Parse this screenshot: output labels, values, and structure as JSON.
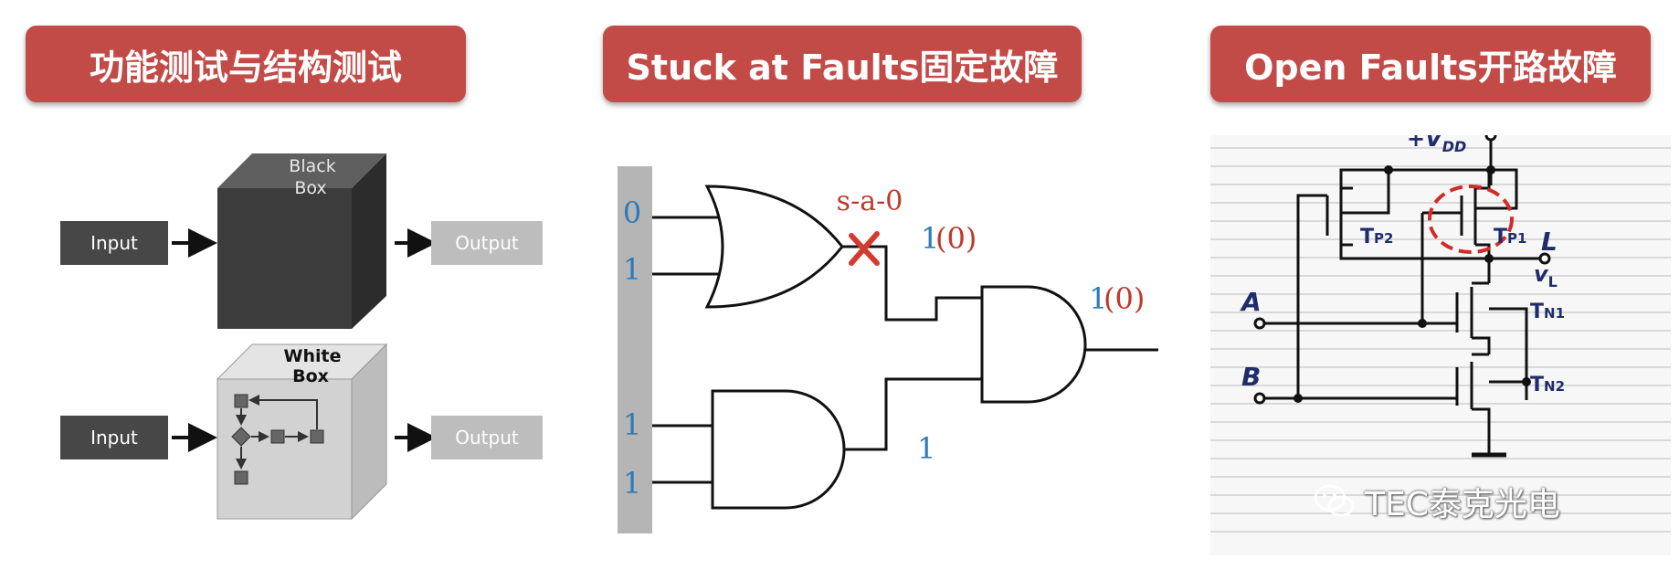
{
  "titles": {
    "panel1": "功能测试与结构测试",
    "panel2": "Stuck at Faults固定故障",
    "panel3": "Open Faults开路故障"
  },
  "panel1": {
    "black_box": {
      "label_line1": "Black",
      "label_line2": "Box",
      "input": "Input",
      "output": "Output"
    },
    "white_box": {
      "label_line1": "White",
      "label_line2": "Box",
      "input": "Input",
      "output": "Output"
    }
  },
  "panel2": {
    "inputs": [
      "0",
      "1",
      "1",
      "1"
    ],
    "fault_label": "s-a-0",
    "or_output": "1",
    "or_output_faulty": "(0)",
    "and1_output": "1",
    "final_output": "1",
    "final_output_faulty": "(0)",
    "colors": {
      "value": "#2b7bb9",
      "fault": "#c0392b",
      "bus": "#b5b5b5"
    }
  },
  "panel3": {
    "vdd": "+V",
    "vdd_sub": "DD",
    "labels": {
      "a": "A",
      "b": "B",
      "l": "L",
      "vl": "v",
      "vl_sub": "L"
    },
    "transistors": {
      "tp2": {
        "main": "T",
        "sub": "P2"
      },
      "tp1": {
        "main": "T",
        "sub": "P1"
      },
      "tn1": {
        "main": "T",
        "sub": "N1"
      },
      "tn2": {
        "main": "T",
        "sub": "N2"
      }
    },
    "colors": {
      "ink": "#1f2d6b",
      "highlight": "#d42a2a"
    }
  },
  "watermark": "TEC泰克光电"
}
